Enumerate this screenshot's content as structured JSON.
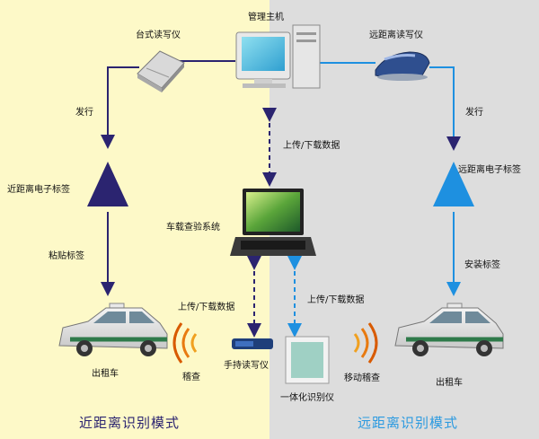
{
  "labels": {
    "host": "管理主机",
    "desktop_reader": "台式读写仪",
    "long_range_reader": "远距离读写仪",
    "issue_left": "发行",
    "issue_right": "发行",
    "near_tag": "近距离电子标签",
    "far_tag": "远距离电子标签",
    "upload_top": "上传/下载数据",
    "vehicle_system": "车载查验系统",
    "stick_tag": "粘贴标签",
    "install_tag": "安装标签",
    "upload_left": "上传/下载数据",
    "upload_right": "上传/下载数据",
    "taxi_left": "出租车",
    "inspect": "稽查",
    "handheld": "手持读写仪",
    "integrated": "一体化识别仪",
    "mobile_inspect": "移动稽查",
    "taxi_right": "出租车"
  },
  "modes": {
    "near": "近距离识别模式",
    "far": "远距离识别模式"
  },
  "colors": {
    "left_bg": "#FDF9C8",
    "right_bg": "#DDDDDD",
    "near_accent": "#2B2470",
    "far_accent": "#1E90E0",
    "near_text": "#2B2470",
    "far_text": "#2B9AE0"
  }
}
